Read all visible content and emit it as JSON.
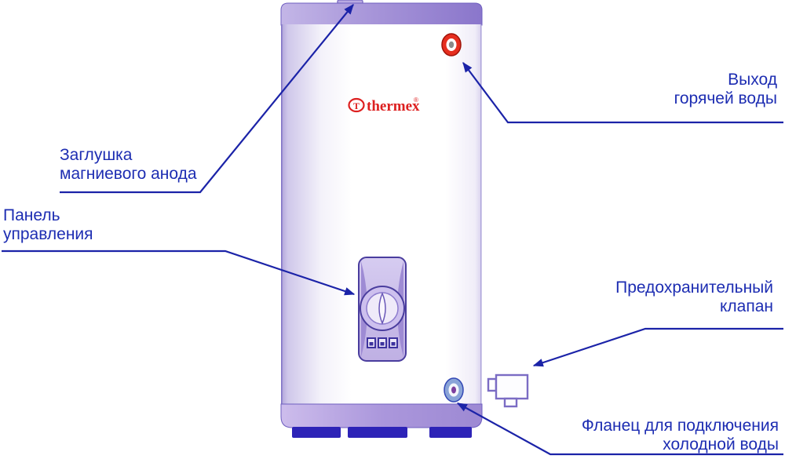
{
  "diagram": {
    "subject": "electric storage water heater part diagram",
    "logo": {
      "text": "thermex",
      "mark": "®",
      "monogram": "T"
    },
    "labels": {
      "anode_plug": {
        "line1": "Заглушка",
        "line2": "магниевого анода"
      },
      "control_panel": {
        "line1": "Панель",
        "line2": "управления"
      },
      "hot_water_outlet": {
        "line1": "Выход",
        "line2": "горячей воды"
      },
      "safety_valve": {
        "line1": "Предохранительный",
        "line2": "клапан"
      },
      "cold_water_flange": {
        "line1": "Фланец для подключения",
        "line2": "холодной воды"
      }
    },
    "colors": {
      "label_text": "#1d2db2",
      "leader_line": "#1b23a8",
      "brand_red": "#dd2020",
      "cap_purple": "#8f7bce",
      "band_purple": "#9d89d3",
      "feet_blue": "#2d23b7",
      "outlet_red": "#e62e1f",
      "flange_blue": "#8aa4d8",
      "valve_outline": "#7b6cc4"
    }
  }
}
